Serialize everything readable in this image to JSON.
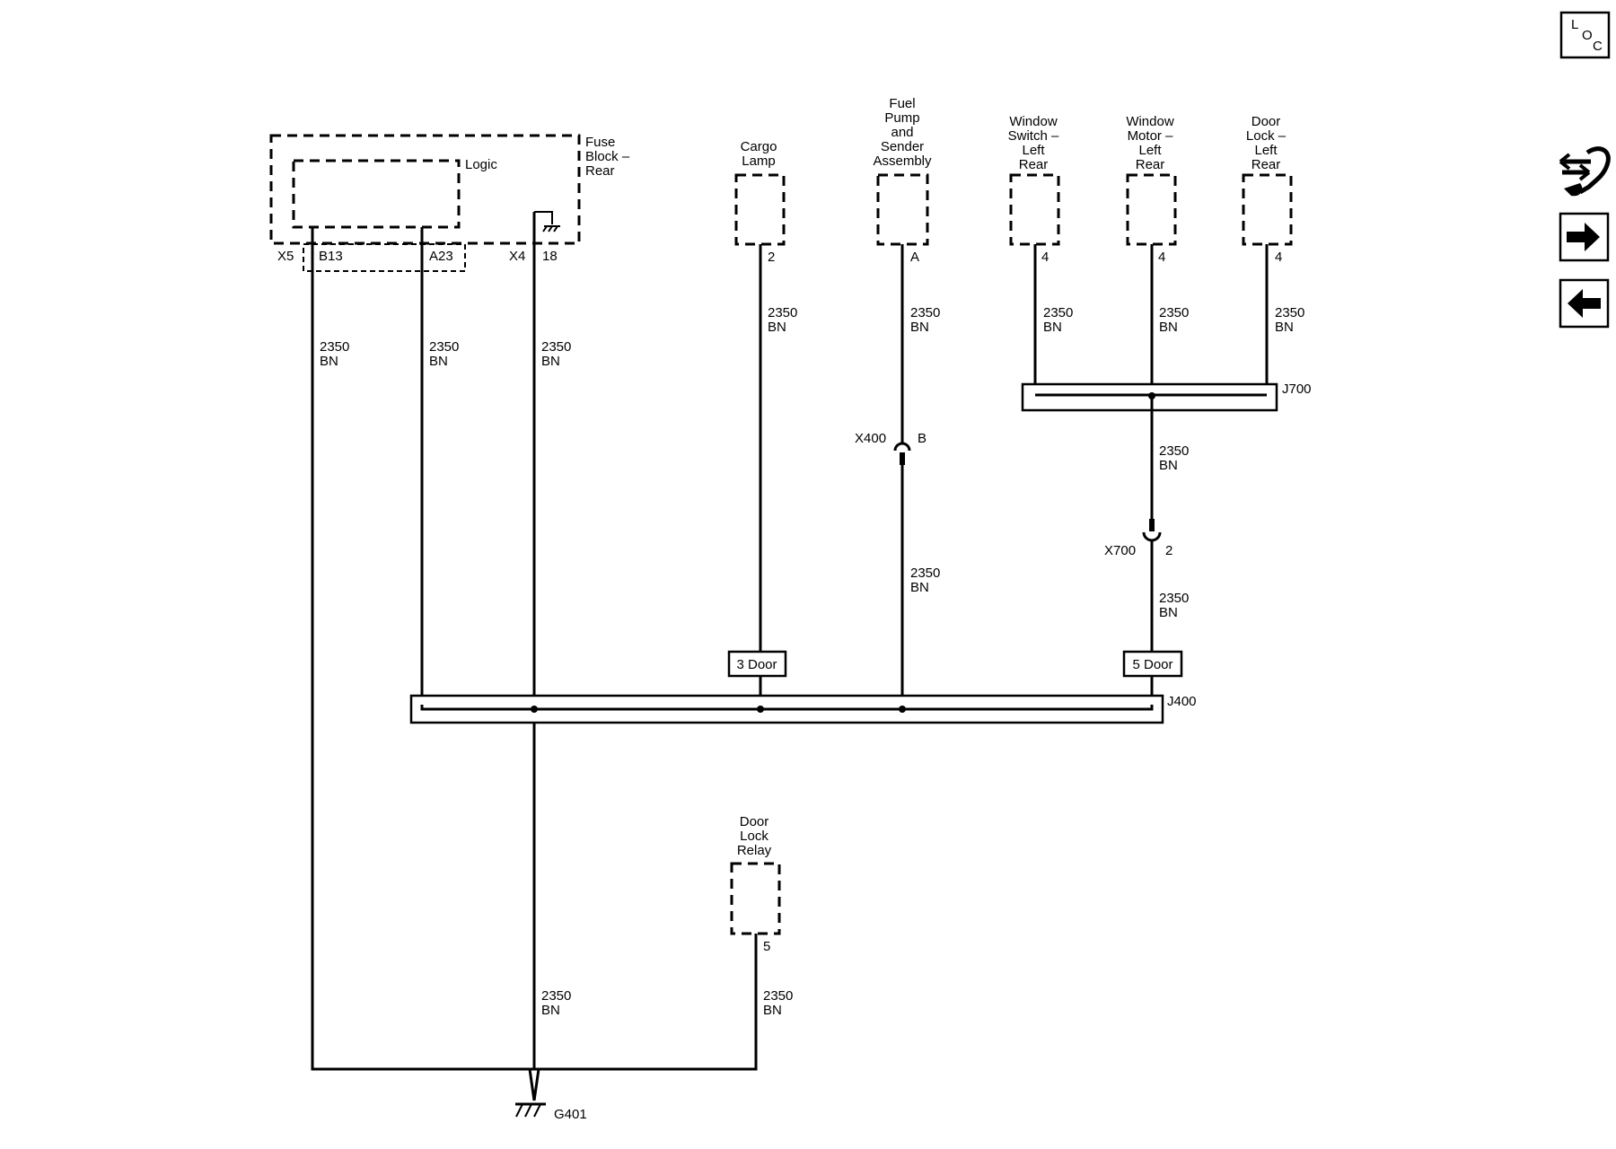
{
  "nav": {
    "loc_letters": [
      "L",
      "O",
      "C"
    ]
  },
  "components": {
    "fuse_block": [
      "Fuse",
      "Block –",
      "Rear"
    ],
    "logic": "Logic",
    "cargo_lamp": [
      "Cargo",
      "Lamp"
    ],
    "fuel_pump": [
      "Fuel",
      "Pump",
      "and",
      "Sender",
      "Assembly"
    ],
    "window_switch": [
      "Window",
      "Switch –",
      "Left",
      "Rear"
    ],
    "window_motor": [
      "Window",
      "Motor –",
      "Left",
      "Rear"
    ],
    "door_lock": [
      "Door",
      "Lock –",
      "Left",
      "Rear"
    ],
    "door_lock_relay": [
      "Door",
      "Lock",
      "Relay"
    ]
  },
  "connectors": {
    "x5": "X5",
    "b13": "B13",
    "a23": "A23",
    "x4": "X4",
    "pin18": "18",
    "cargo_pin": "2",
    "fuel_pin": "A",
    "ws_pin": "4",
    "wm_pin": "4",
    "dl_pin": "4",
    "relay_pin": "5",
    "x400": "X400",
    "x400_pin": "B",
    "x700": "X700",
    "x700_pin": "2"
  },
  "splices": {
    "j700": "J700",
    "j400": "J400"
  },
  "options": {
    "three_door": "3 Door",
    "five_door": "5 Door"
  },
  "ground": "G401",
  "wire": {
    "circuit": "2350",
    "color": "BN"
  }
}
